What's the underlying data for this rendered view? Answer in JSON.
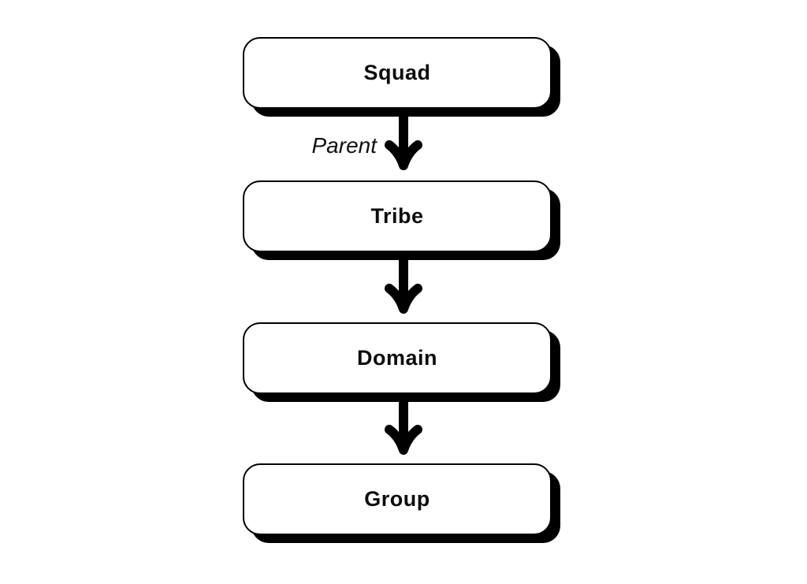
{
  "diagram": {
    "nodes": [
      {
        "label": "Squad"
      },
      {
        "label": "Tribe"
      },
      {
        "label": "Domain"
      },
      {
        "label": "Group"
      }
    ],
    "connector_label": "Parent",
    "connectors": [
      {
        "icon": "arrow-down-icon",
        "from": "Squad",
        "to": "Tribe",
        "label": "Parent"
      },
      {
        "icon": "arrow-down-icon",
        "from": "Tribe",
        "to": "Domain",
        "label": ""
      },
      {
        "icon": "arrow-down-icon",
        "from": "Domain",
        "to": "Group",
        "label": ""
      }
    ],
    "colors": {
      "background": "#ffffff",
      "box_fill": "#ffffff",
      "box_border": "#000000",
      "box_shadow": "#000000",
      "arrow": "#000000",
      "text": "#0d0d0d"
    }
  }
}
